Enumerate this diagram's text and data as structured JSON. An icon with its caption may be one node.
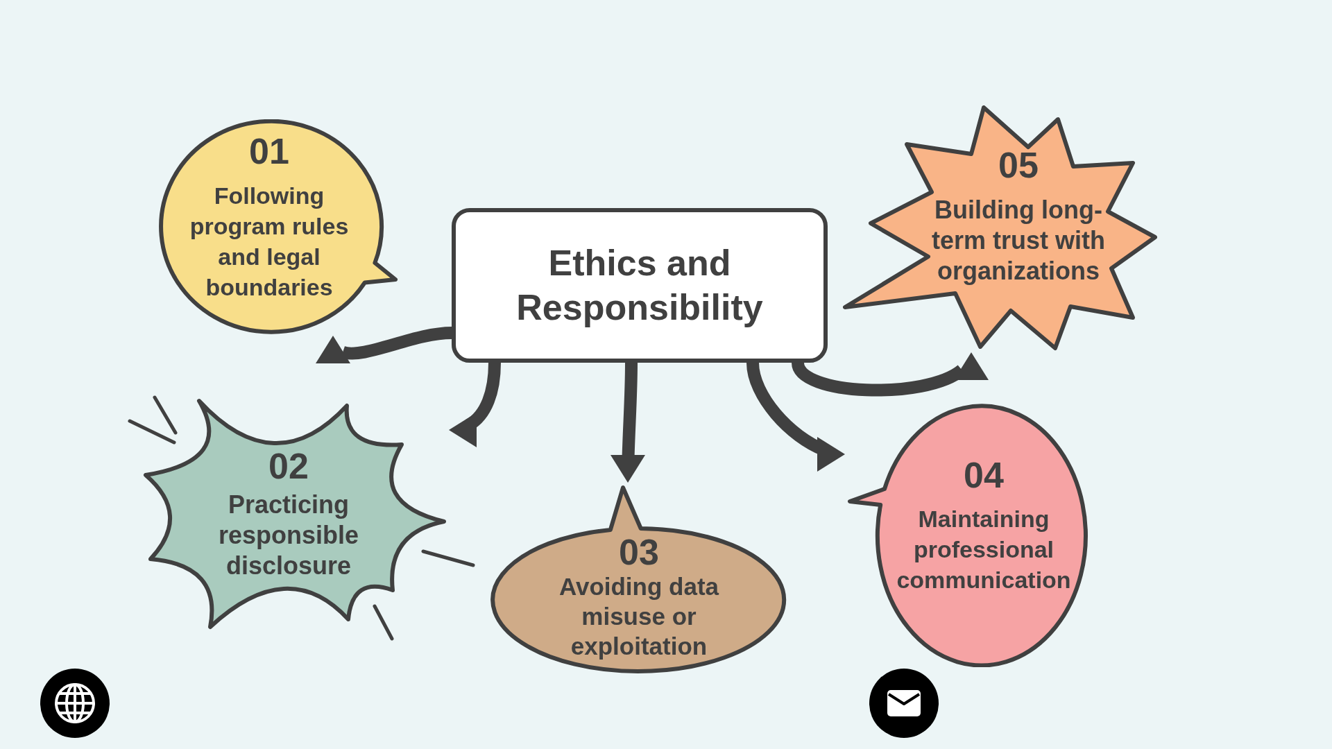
{
  "diagram": {
    "nodes": [
      {
        "text": [
          "Ethics and Responsibility"
        ]
      },
      {
        "text": [
          "01",
          "Following program rules and legal boundaries"
        ]
      },
      {
        "text": [
          "02",
          "Practicing responsible disclosure"
        ]
      },
      {
        "text": [
          "03",
          "Avoiding data misuse or exploitation"
        ]
      },
      {
        "text": [
          "04",
          "Maintaining professional communication"
        ]
      },
      {
        "text": [
          "05",
          "Building long-term trust with organizations"
        ]
      }
    ],
    "edges": [
      {
        "from": 0,
        "to": 1,
        "arrow": "to"
      },
      {
        "from": 0,
        "to": 2,
        "arrow": "to"
      },
      {
        "from": 0,
        "to": 3,
        "arrow": "to"
      },
      {
        "from": 0,
        "to": 4,
        "arrow": "to"
      },
      {
        "from": 0,
        "to": 5,
        "arrow": "to"
      }
    ]
  }
}
